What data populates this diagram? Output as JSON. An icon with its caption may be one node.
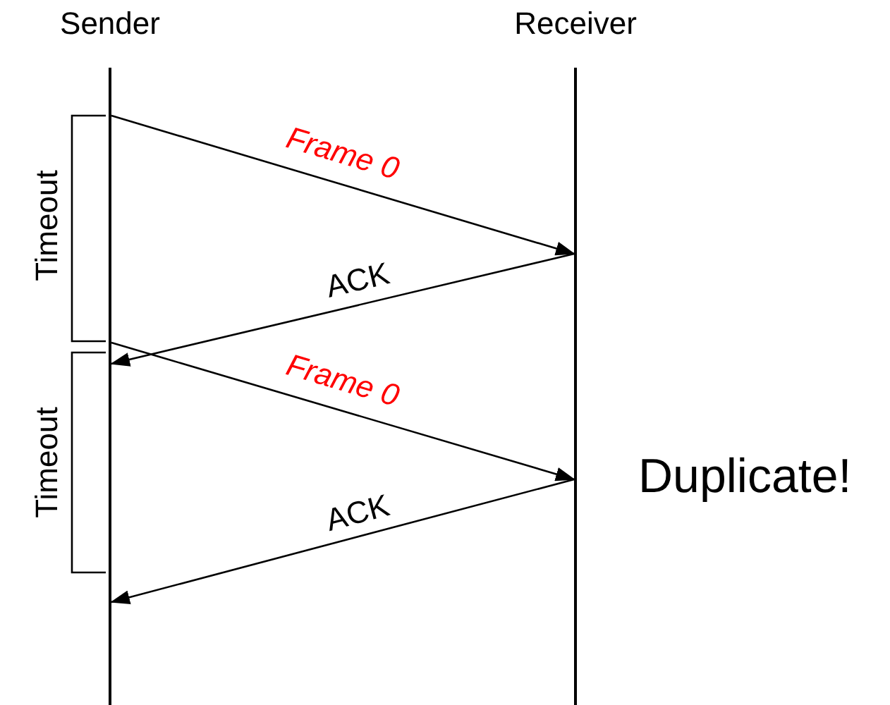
{
  "diagram": {
    "nodes": [
      {
        "text": [
          "Sender"
        ]
      },
      {
        "text": [
          "Receiver"
        ]
      }
    ],
    "edges": [
      {
        "from": 0,
        "to": 1,
        "arrow": "to",
        "label": "Frame 0"
      },
      {
        "from": 1,
        "to": 0,
        "arrow": "to",
        "label": "ACK"
      },
      {
        "from": 0,
        "to": 1,
        "arrow": "to",
        "label": "Frame 0"
      },
      {
        "from": 1,
        "to": 0,
        "arrow": "to",
        "label": "ACK"
      }
    ],
    "labels": [
      "Timeout",
      "Timeout",
      "Duplicate!"
    ]
  }
}
